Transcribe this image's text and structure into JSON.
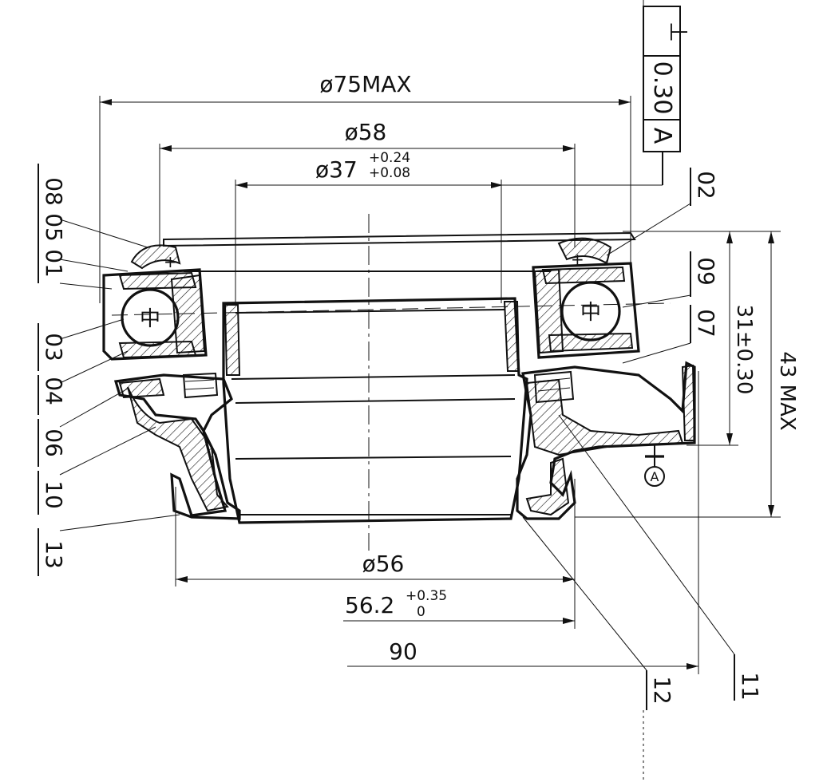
{
  "dimensions": {
    "d75": "ø75MAX",
    "d58": "ø58",
    "d37_main": "ø37",
    "d37_upper_tol": "+0.24",
    "d37_lower_tol": "+0.08",
    "d56": "ø56",
    "w562_main": "56.2",
    "w562_upper_tol": "+0.35",
    "w562_lower_tol": "0",
    "w90": "90",
    "h31": "31±0.30",
    "h43": "43 MAX"
  },
  "tolerance_frame": {
    "symbol": "⊥",
    "value": "0.30",
    "datum": "A"
  },
  "datum_marker": "A",
  "part_labels": {
    "left": [
      "08",
      "05",
      "01",
      "03",
      "04",
      "06",
      "10",
      "13"
    ],
    "right": [
      "02",
      "09",
      "07",
      "11",
      "12"
    ]
  },
  "ball_symbol": "中"
}
